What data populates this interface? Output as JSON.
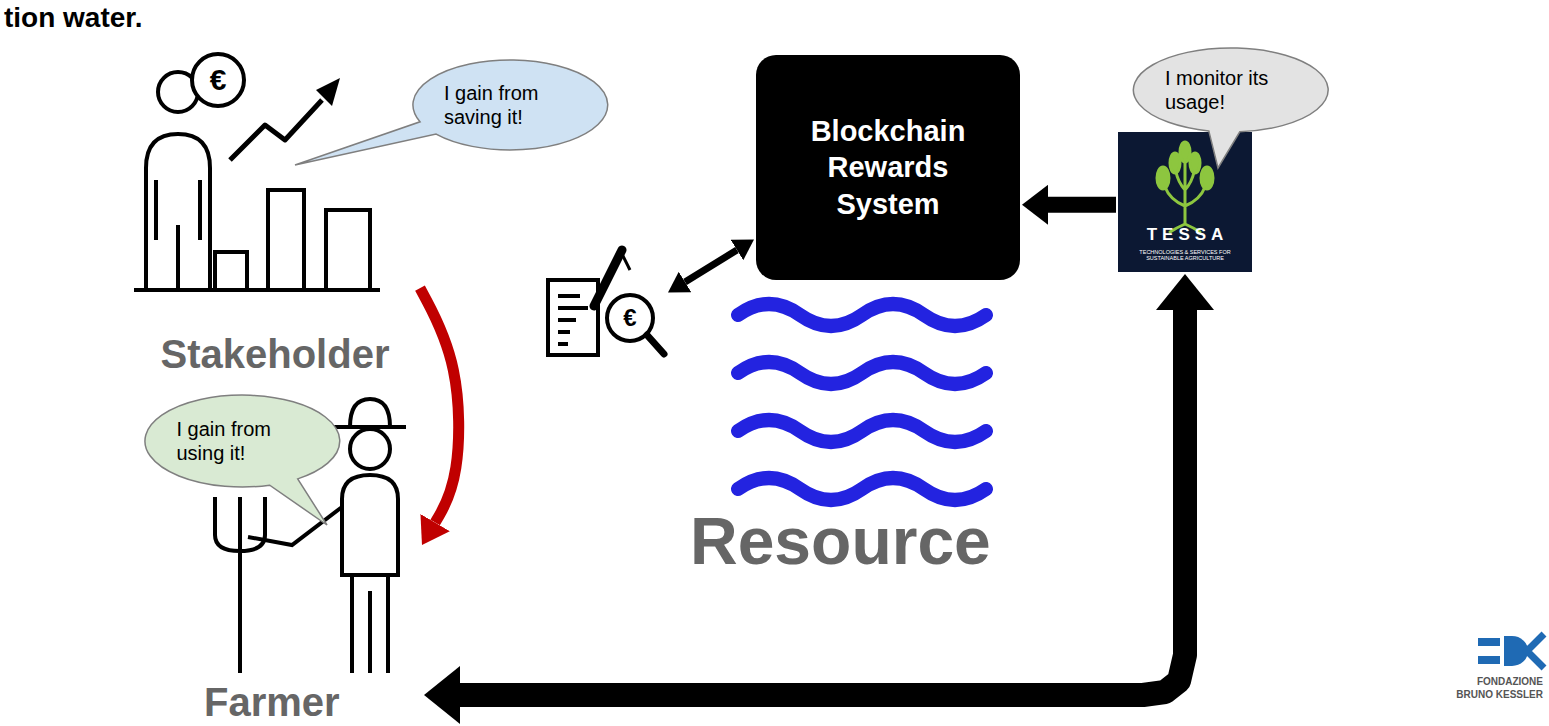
{
  "diagram": {
    "title": "tion water.",
    "nodes": [
      {
        "text": [
          "I gain from saving it!"
        ]
      },
      {
        "text": [
          "I monitor its usage!"
        ]
      },
      {
        "text": [
          "Stakeholder"
        ]
      },
      {
        "text": [
          "Blockchain Rewards System"
        ]
      },
      {
        "text": [
          "TESSA",
          "TECHNOLOGIES & SERVICES FOR SUSTAINABLE AGRICULTURE"
        ]
      },
      {
        "text": [
          "€"
        ]
      },
      {
        "text": [
          "I gain from using it!"
        ]
      },
      {
        "text": [
          "Farmer"
        ]
      }
    ],
    "edges": [
      {
        "from": 2,
        "to": 7,
        "arrow": "to"
      },
      {
        "from": 5,
        "to": 3,
        "arrow": "both"
      },
      {
        "from": 4,
        "to": 3,
        "arrow": "to"
      },
      {
        "from": 4,
        "to": 7,
        "arrow": "both"
      }
    ],
    "labels": [
      "€",
      "Resource",
      "FONDAZIONE",
      "BRUNO KESSLER"
    ]
  }
}
